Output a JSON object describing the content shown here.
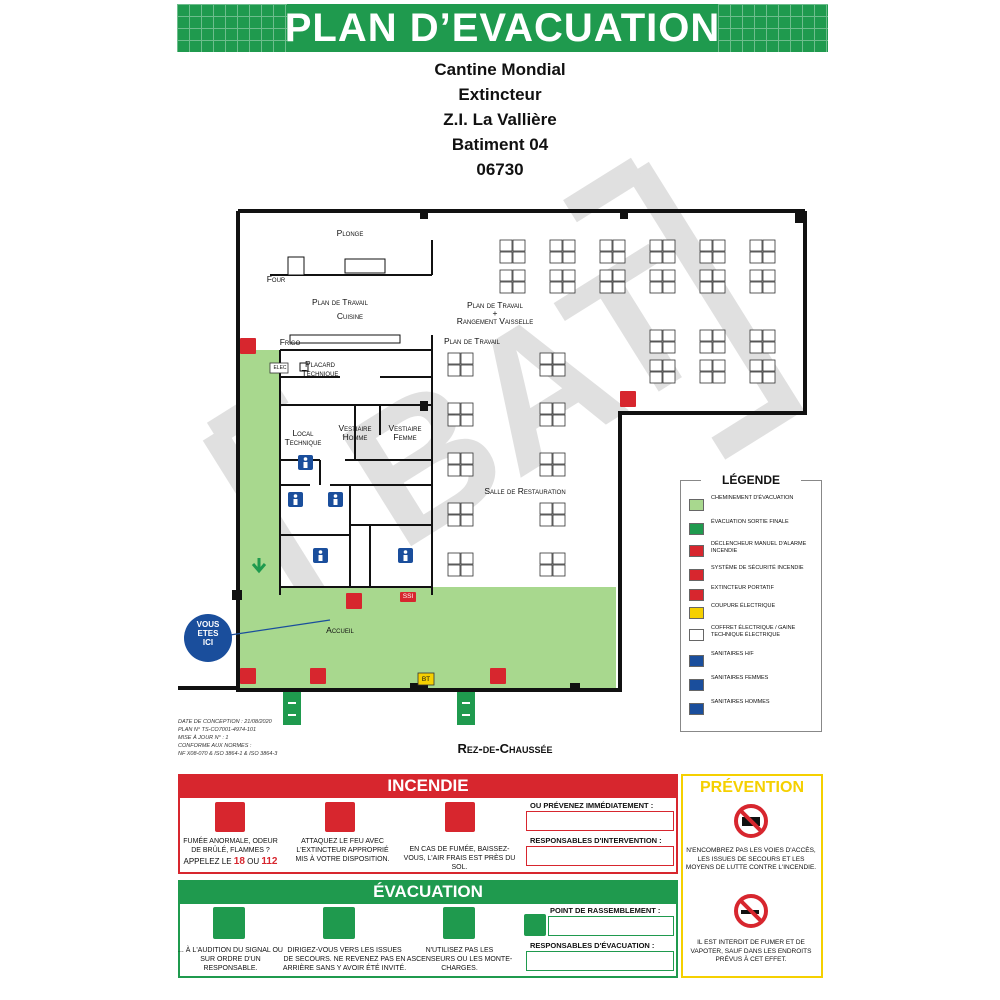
{
  "header": {
    "title": "PLAN  D’EVACUATION"
  },
  "address": {
    "line1": "Cantine Mondial",
    "line2": "Extincteur",
    "line3": "Z.I. La Vallière",
    "line4": "Batiment 04",
    "line5": "06730"
  },
  "plan": {
    "rooms": {
      "plonge": "Plonge",
      "four": "Four",
      "plan_travail_1": "Plan de Travail",
      "cuisine": "Cuisine",
      "plan_travail_2": "Plan de Travail",
      "plus": "+",
      "rangement": "Rangement Vaisselle",
      "frigo": "Frigo",
      "plan_travail_3": "Plan de Travail",
      "placard": "Placard Technique",
      "elec": "ELEC",
      "local_technique": "Local Technique",
      "vestiaire_homme": "Vestiaire Homme",
      "vestiaire_femme": "Vestiaire Femme",
      "salle": "Salle de Restauration",
      "accueil": "Accueil",
      "ssi": "SSI",
      "bt": "BT"
    },
    "you_are_here": [
      "VOUS",
      "ETES",
      "ICI"
    ],
    "floor": "Rez-de-Chaussée",
    "design_info": [
      "DATE DE CONCEPTION : 21/08/2020",
      "PLAN N° TS-CO7001-4974-101",
      "MISE À JOUR N° : 1",
      "CONFORME AUX NORMES :",
      "NF X08-070 & ISO 3864-1 & ISO 3864-3"
    ]
  },
  "legend": {
    "title": "LÉGENDE",
    "items": [
      {
        "label": "Cheminement d'évacuation",
        "color": "#a8d88e"
      },
      {
        "label": "Évacuation sortie finale",
        "color": "#1f9a4e"
      },
      {
        "label": "Déclencheur manuel d'alarme incendie",
        "color": "#d7262e"
      },
      {
        "label": "Système de sécurité incendie",
        "color": "#d7262e"
      },
      {
        "label": "Extincteur portatif",
        "color": "#d7262e"
      },
      {
        "label": "Coupure électrique",
        "color": "#f5d000"
      },
      {
        "label": "Coffret électrique / gaine technique électrique",
        "color": "#ffffff"
      },
      {
        "label": "Sanitaires H/F",
        "color": "#1a4e9c"
      },
      {
        "label": "Sanitaires femmes",
        "color": "#1a4e9c"
      },
      {
        "label": "Sanitaires hommes",
        "color": "#1a4e9c"
      }
    ]
  },
  "incendie": {
    "title": "INCENDIE",
    "texts": [
      "FUMÉE ANORMALE, ODEUR DE BRÛLÉ, FLAMMES ?",
      "ATTAQUEZ LE FEU AVEC L'EXTINCTEUR APPROPRIÉ MIS À VOTRE DISPOSITION.",
      "EN CAS DE FUMÉE, BAISSEZ-VOUS, L'AIR FRAIS EST PRÈS DU SOL."
    ],
    "call": {
      "prefix": "APPELEZ LE",
      "n1": "18",
      "or": "OU",
      "n2": "112"
    },
    "box1": "OU PRÉVENEZ IMMÉDIATEMENT :",
    "box2": "RESPONSABLES D'INTERVENTION :"
  },
  "evacuation": {
    "title": "ÉVACUATION",
    "texts": [
      "... À L'AUDITION DU SIGNAL OU SUR ORDRE D'UN RESPONSABLE.",
      "DIRIGEZ-VOUS VERS LES ISSUES DE SECOURS. NE REVENEZ PAS EN ARRIÈRE SANS Y AVOIR ÉTÉ INVITÉ.",
      "N'UTILISEZ PAS LES ASCENSEURS OU LES MONTE-CHARGES."
    ],
    "box1": "POINT DE RASSEMBLEMENT :",
    "box2": "RESPONSABLES D'ÉVACUATION :"
  },
  "prevention": {
    "title": "PRÉVENTION",
    "texts": [
      "N'ENCOMBREZ PAS LES VOIES D'ACCÈS, LES ISSUES DE SECOURS ET LES MOYENS DE LUTTE CONTRE L'INCENDIE.",
      "IL EST INTERDIT DE FUMER ET DE VAPOTER, SAUF DANS LES ENDROITS PRÉVUS À CET EFFET."
    ]
  },
  "colors": {
    "green": "#1f9a4e",
    "red": "#d7262e",
    "yellow": "#f5d000",
    "route": "#a8d88e",
    "blue": "#1a4e9c"
  }
}
